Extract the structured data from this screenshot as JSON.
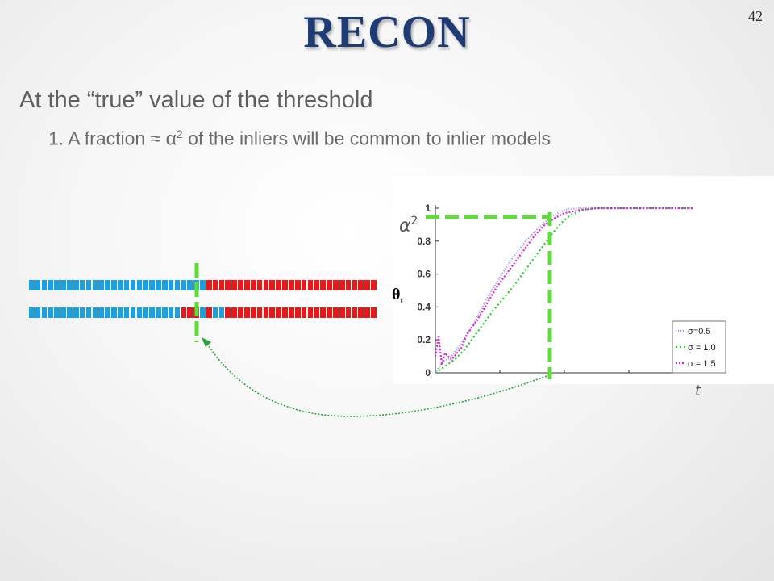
{
  "slide": {
    "title": "RECON",
    "number": "42",
    "bullet_main": "At the “true” value of the threshold",
    "bullet_sub_prefix": "1. A fraction ≈ α",
    "bullet_sub_sup": "2",
    "bullet_sub_suffix": " of the inliers will be common to inlier models"
  },
  "labels": {
    "alpha": "α",
    "alpha_sup": "2",
    "theta": "θ",
    "theta_sub": "t",
    "t_axis": "t"
  },
  "colors": {
    "inlier_blue": "#1ba1e2",
    "outlier_red": "#e8191b",
    "highlight_green": "#5fdc3a",
    "arrow_green": "#2aa43c"
  },
  "strips": [
    {
      "segments": [
        {
          "color": "blue",
          "count": 28
        },
        {
          "color": "red",
          "count": 27
        }
      ]
    },
    {
      "segments": [
        {
          "color": "blue",
          "count": 24
        },
        {
          "color": "red",
          "count": 3
        },
        {
          "color": "blue",
          "count": 1
        },
        {
          "color": "red",
          "count": 1
        },
        {
          "color": "blue",
          "count": 2
        },
        {
          "color": "red",
          "count": 24
        }
      ]
    }
  ],
  "chart_data": {
    "type": "line",
    "xlabel": "t",
    "ylabel": "",
    "xlim": [
      0,
      8.5
    ],
    "ylim": [
      0,
      1
    ],
    "yticks": [
      "0",
      "0.2",
      "0.4",
      "0.6",
      "0.8",
      "1"
    ],
    "xticks": [
      0,
      2,
      4,
      6,
      8
    ],
    "legend_position": "bottom-right",
    "series": [
      {
        "name": "σ=0.5",
        "color": "#8f8ff0",
        "dash": "1 2",
        "x": [
          0,
          0.2,
          0.5,
          0.8,
          1.2,
          1.6,
          2.0,
          2.4,
          2.8,
          3.2,
          3.6,
          4.0,
          4.5,
          5.0,
          6.0,
          7.0,
          8.0
        ],
        "y": [
          0,
          0.06,
          0.1,
          0.18,
          0.3,
          0.45,
          0.58,
          0.7,
          0.8,
          0.88,
          0.95,
          0.99,
          1.0,
          1.0,
          1.0,
          1.0,
          1.0
        ]
      },
      {
        "name": "σ = 1.0",
        "color": "#22d022",
        "dash": "2 3",
        "x": [
          0,
          0.3,
          0.6,
          0.9,
          1.2,
          1.5,
          1.8,
          2.1,
          2.4,
          2.7,
          3.0,
          3.3,
          3.6,
          3.9,
          4.2,
          4.6,
          5.0,
          6.0,
          7.0,
          8.0
        ],
        "y": [
          0,
          0.04,
          0.08,
          0.14,
          0.22,
          0.3,
          0.38,
          0.45,
          0.52,
          0.6,
          0.68,
          0.76,
          0.84,
          0.91,
          0.96,
          0.99,
          1.0,
          1.0,
          1.0,
          1.0
        ]
      },
      {
        "name": "σ = 1.5",
        "color": "#e020e0",
        "dash": "2 2",
        "x": [
          0,
          0.1,
          0.2,
          0.3,
          0.5,
          0.8,
          1.0,
          1.3,
          1.6,
          1.9,
          2.2,
          2.5,
          2.8,
          3.1,
          3.4,
          3.7,
          4.0,
          4.5,
          5.0,
          6.0,
          7.0,
          8.0
        ],
        "y": [
          0.1,
          0.22,
          0.05,
          0.12,
          0.08,
          0.15,
          0.24,
          0.32,
          0.42,
          0.52,
          0.6,
          0.68,
          0.76,
          0.84,
          0.9,
          0.94,
          0.97,
          0.99,
          1.0,
          1.0,
          1.0,
          1.0
        ]
      }
    ]
  }
}
